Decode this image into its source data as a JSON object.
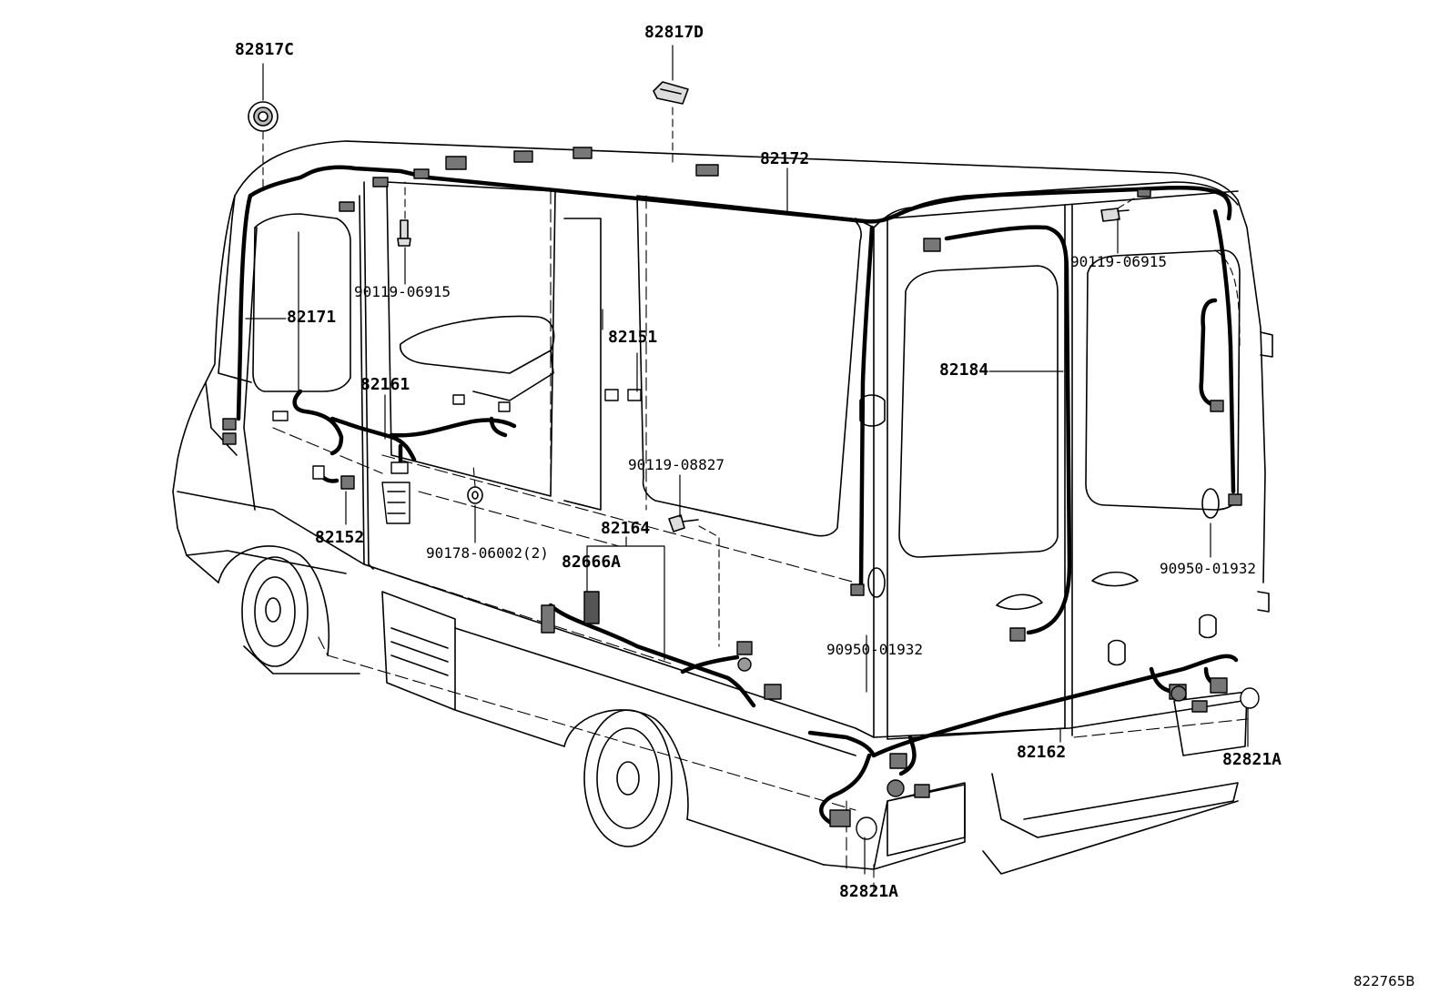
{
  "labels": {
    "p82817C": "82817C",
    "p82817D": "82817D",
    "p82172": "82172",
    "p90119_06915_left": "90119-06915",
    "p90119_06915_right": "90119-06915",
    "p82171": "82171",
    "p82151": "82151",
    "p82161": "82161",
    "p82184": "82184",
    "p90119_08827": "90119-08827",
    "p82152": "82152",
    "p82164": "82164",
    "p90178_06002": "90178-06002(2)",
    "p82666A": "82666A",
    "p90950_01932_right": "90950-01932",
    "p90950_01932_center": "90950-01932",
    "p82162": "82162",
    "p82821A_right": "82821A",
    "p82821A_bottom": "82821A"
  },
  "diagram_ref": "822765B"
}
